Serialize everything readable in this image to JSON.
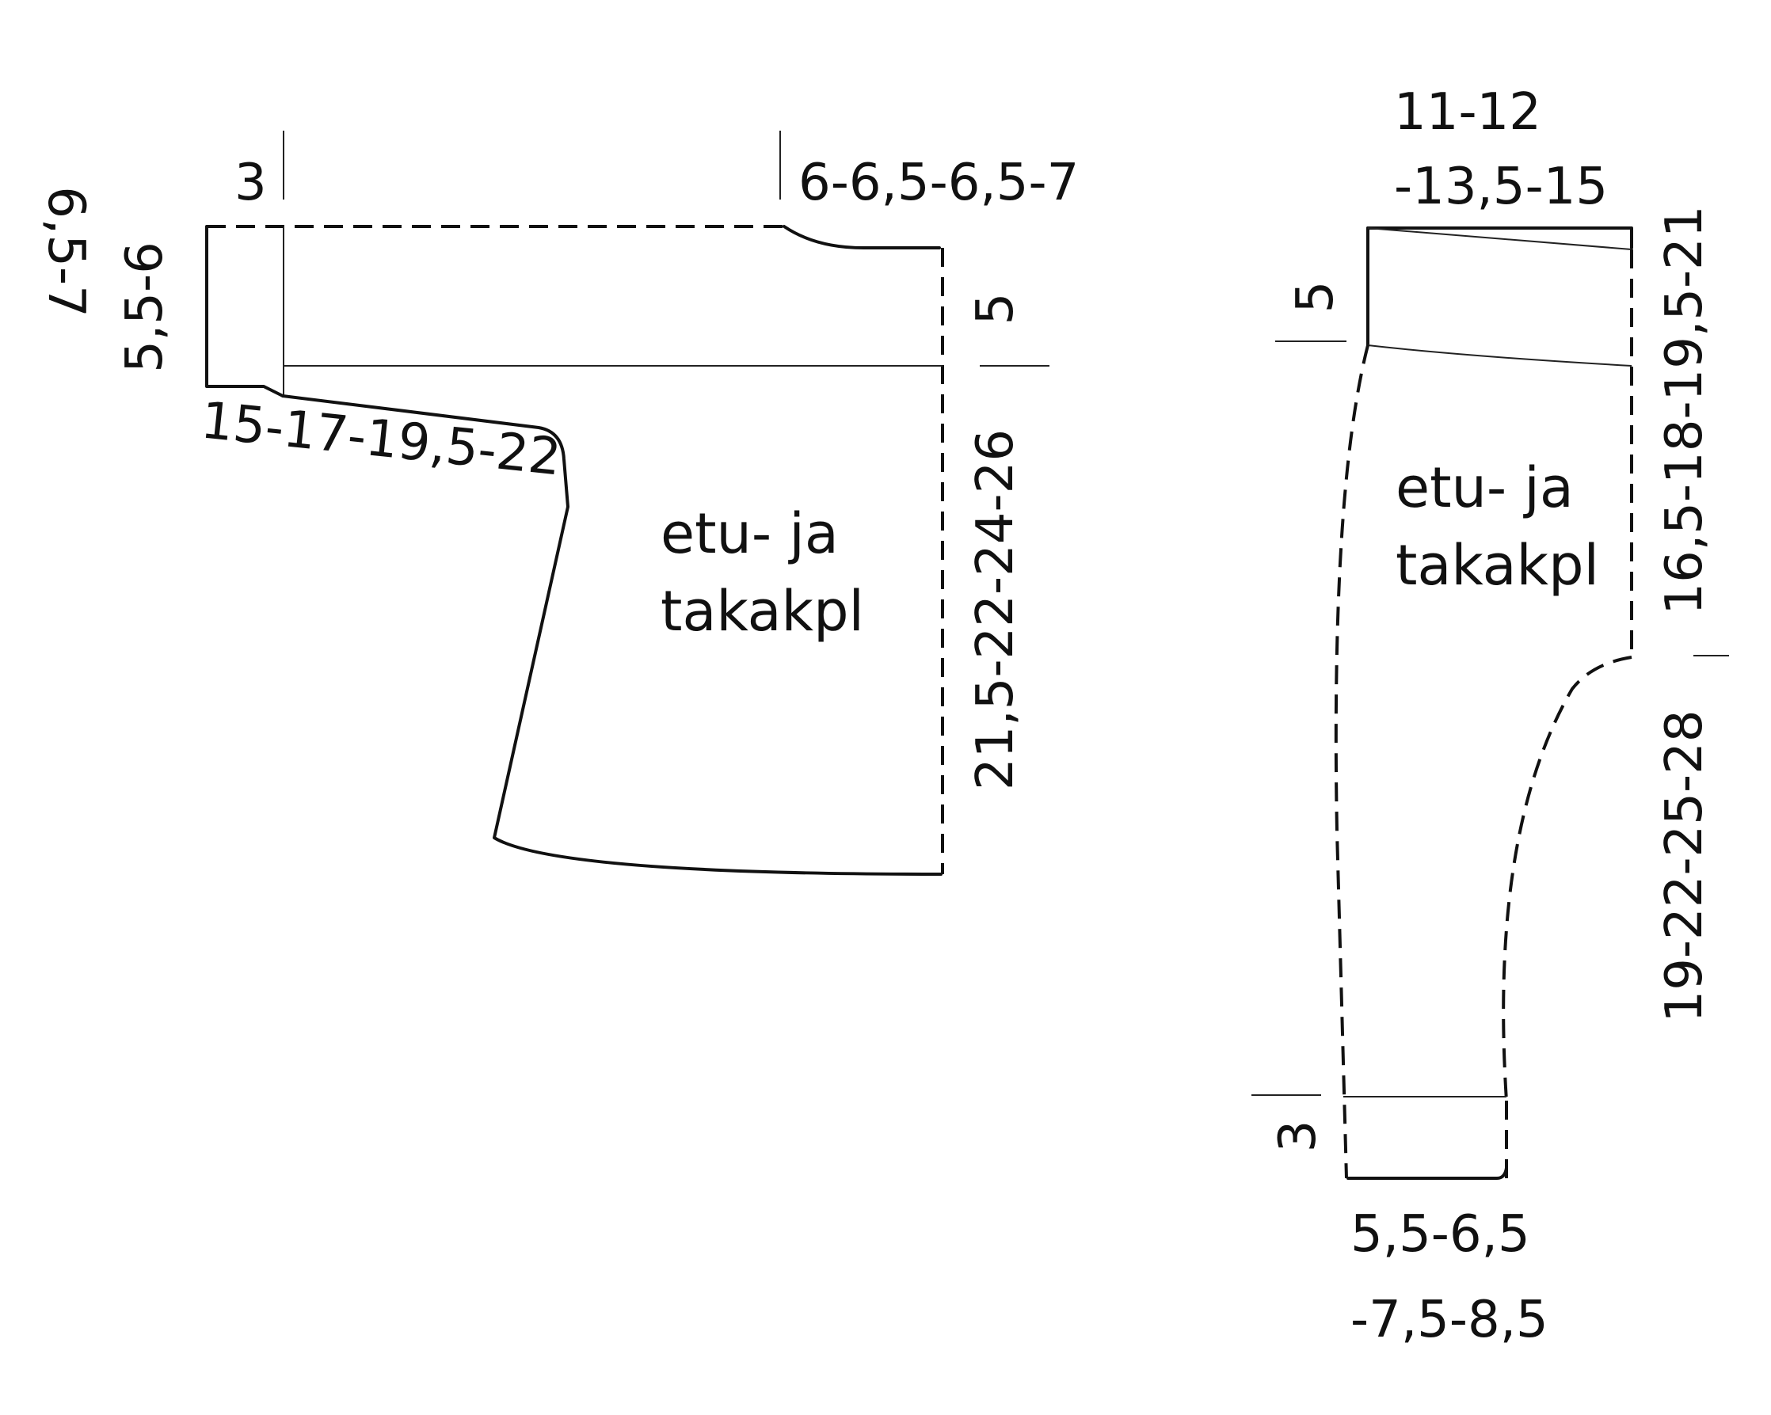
{
  "body_piece": {
    "label_line1": "etu- ja",
    "label_line2": "takakpl",
    "dim_neck_band_width": "3",
    "dim_shoulder": "6-6,5-6,5-7",
    "dim_neck_depth_outer": "6,5-7",
    "dim_neck_depth_inner": "5,5-6",
    "dim_yoke": "5",
    "dim_armhole": "15-17-19,5-22",
    "dim_side": "21,5-22-24-26"
  },
  "pants_piece": {
    "label_line1": "etu- ja",
    "label_line2": "takakpl",
    "dim_waist_line1": "11-12",
    "dim_waist_line2": "-13,5-15",
    "dim_waistband": "5",
    "dim_rise": "16,5-18-19,5-21",
    "dim_inseam": "19-22-25-28",
    "dim_cuff": "3",
    "dim_ankle_line1": "5,5-6,5",
    "dim_ankle_line2": "-7,5-8,5"
  }
}
